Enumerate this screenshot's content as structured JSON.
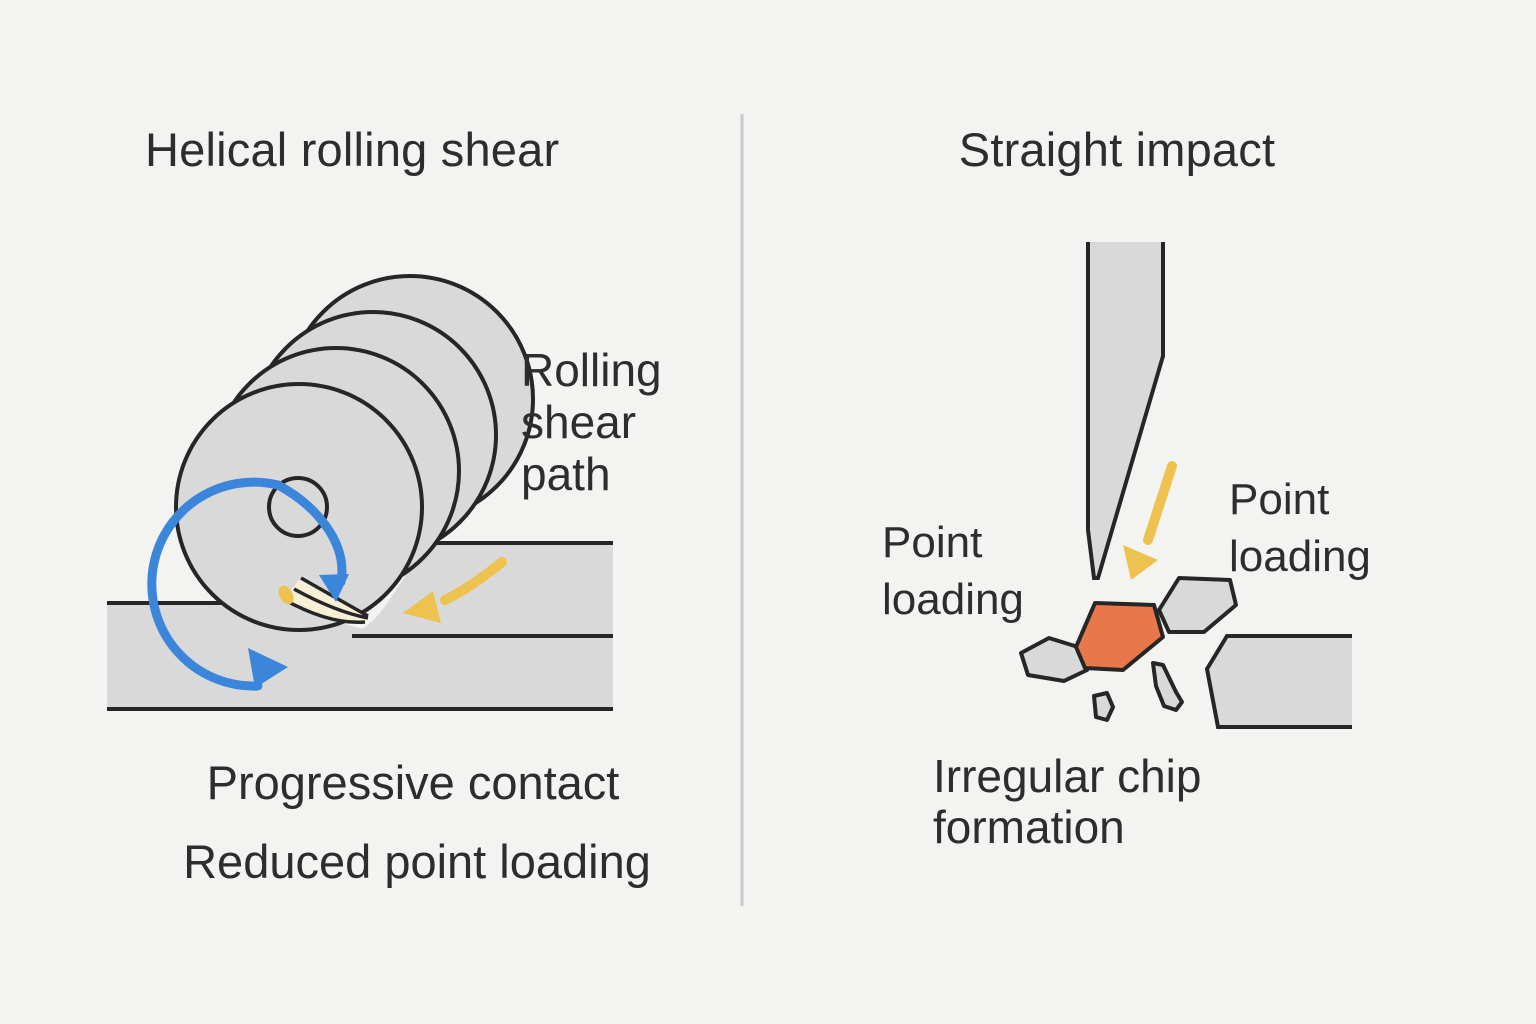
{
  "left_panel": {
    "title": "Helical rolling shear",
    "rolling_shear_path_label": {
      "lines": [
        "Rolling",
        "shear",
        "path"
      ]
    },
    "caption_primary": "Progressive contact",
    "caption_secondary": "Reduced point loading"
  },
  "right_panel": {
    "title": "Straight impact",
    "point_loading_left": {
      "lines": [
        "Point",
        "loading"
      ]
    },
    "point_loading_right": {
      "lines": [
        "Point",
        "loading"
      ]
    },
    "caption": {
      "lines": [
        "Irregular chip",
        "formation"
      ]
    }
  },
  "palette": {
    "background": "#f3f3f1",
    "shape_fill": "#d9d9d9",
    "ink": "#262626",
    "text": "#2d2d2d",
    "accent_blue": "#3b86db",
    "accent_yellow": "#edc24f",
    "accent_orange": "#e8784a",
    "chip_cream": "#f7f0d6",
    "divider": "#c9c9c9"
  }
}
